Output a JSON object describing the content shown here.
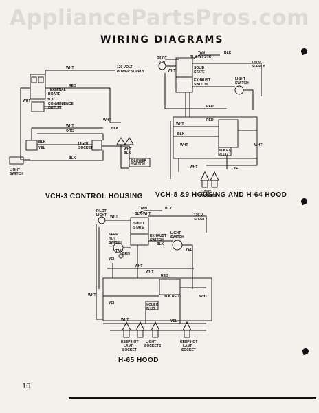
{
  "watermark": "AppliancePartsPros.com",
  "title": "WIRING DIAGRAMS",
  "page_number": "16",
  "diagrams": {
    "vch3": {
      "caption": "VCH-3 CONTROL HOUSING",
      "labels": {
        "wht": "WHT",
        "red": "RED",
        "blk": "BLK",
        "org": "ORG",
        "yel": "YEL",
        "supply": "120 VOLT",
        "supply2": "POWER SUPPLY",
        "terminal": "TERMINAL",
        "terminal2": "BOARD",
        "outlet": "CONVENIENCE",
        "outlet2": "OUTLET",
        "light_socket": "LIGHT",
        "light_socket2": "SOCKET",
        "light_switch": "LIGHT",
        "light_switch2": "SWITCH",
        "blower": "BLOWER",
        "blower2": "SWITCH"
      }
    },
    "vch8": {
      "caption": "VCH-8 &9 HOUSING AND H-64 HOOD",
      "labels": {
        "wht": "WHT",
        "red": "RED",
        "blk": "BLK",
        "tan": "TAN",
        "yel": "YEL",
        "blkwht": "BLK-WT STR",
        "pilot": "PILOT",
        "pilot2": "LIGHT",
        "solid": "SOLID",
        "solid2": "STATE",
        "exhaust": "EXHAUST",
        "exhaust2": "SWITCH",
        "supply": "120 V.",
        "supply2": "SUPPLY",
        "light_switch": "LIGHT",
        "light_switch2": "SWITCH",
        "molex": "MOLEX",
        "molex2": "PLUG",
        "sockets": "LIGHT",
        "sockets2": "SOCKETS"
      }
    },
    "h65": {
      "caption": "H-65 HOOD",
      "labels": {
        "wht": "WHT",
        "red": "RED",
        "blk": "BLK",
        "tan": "TAN",
        "yel": "YEL",
        "brn": "BRN",
        "blkwht": "BLK-WHT",
        "pilot": "PILOT",
        "pilot2": "LIGHT",
        "keep": "KEEP",
        "keep2": "HOT",
        "keep3": "SWITCH",
        "solid": "SOLID",
        "solid2": "STATE",
        "exhaust": "EXHAUST",
        "exhaust2": "SWITCH",
        "supply": "120 V.",
        "supply2": "SUPPLY",
        "light_switch": "LIGHT",
        "light_switch2": "SWITCH",
        "molex": "MOLEX",
        "molex2": "PLUG",
        "khl": "KEEP HOT",
        "khl2": "LAMP",
        "khl3": "SOCKET",
        "sockets": "LIGHT",
        "sockets2": "SOCKETS"
      }
    }
  }
}
